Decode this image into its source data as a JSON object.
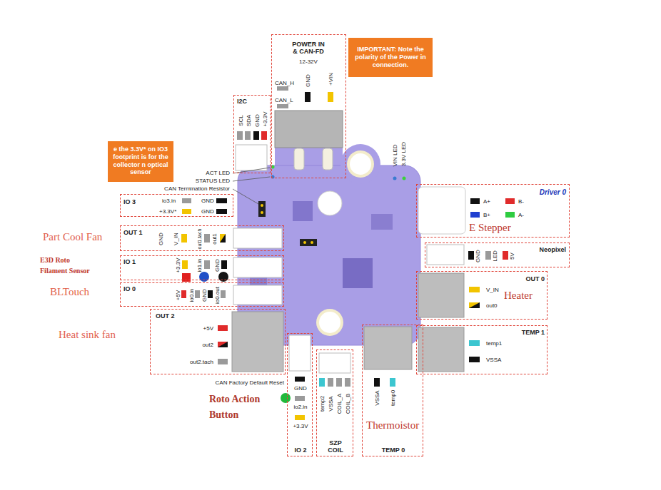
{
  "diagram": {
    "nodes": [
      {
        "text": [
          "POWER IN & CAN-FD",
          "12-32V",
          "CAN_H",
          "CAN_L",
          "GND",
          "+VIN"
        ]
      },
      {
        "text": [
          "IMPORTANT: Note the polarity of the Power in connection."
        ]
      },
      {
        "text": [
          "e the 3.3V* on IO3 footprint is for the collector n optical sensor"
        ]
      },
      {
        "text": [
          "I2C",
          "SCL",
          "SDA",
          "GND",
          "+3.3V"
        ]
      },
      {
        "text": [
          "IO 3",
          "io3.in",
          "GND",
          "+3.3V*",
          "GND"
        ]
      },
      {
        "text": [
          "OUT 1",
          "GND",
          "V_IN",
          "out1.tach",
          "out1"
        ]
      },
      {
        "text": [
          "IO 1",
          "+3.3V",
          "io1.in",
          "GND"
        ]
      },
      {
        "text": [
          "IO 0",
          "+5V",
          "io0.in",
          "GND",
          "io0.out"
        ]
      },
      {
        "text": [
          "OUT 2",
          "+5V",
          "out2",
          "out2.tach"
        ]
      },
      {
        "text": [
          "Driver 0",
          "A+",
          "B-",
          "B+",
          "A-"
        ]
      },
      {
        "text": [
          "Neopixel",
          "GND",
          "LED",
          "5V"
        ]
      },
      {
        "text": [
          "OUT 0",
          "V_IN",
          "out0"
        ]
      },
      {
        "text": [
          "TEMP 1",
          "temp1",
          "VSSA"
        ]
      },
      {
        "text": [
          "TEMP 0",
          "VSSA",
          "temp0"
        ]
      },
      {
        "text": [
          "SZP COIL",
          "temp2",
          "VSSA",
          "COIL_A",
          "COIL_B"
        ]
      },
      {
        "text": [
          "IO 2",
          "GND",
          "io2.in",
          "+3.3V"
        ]
      }
    ],
    "labels": [
      "ACT LED",
      "STATUS LED",
      "CAN Termination Resistor",
      "VIN LED",
      "3.3V LED",
      "CAN Factory Default Reset",
      "Part Cool Fan",
      "E3D Roto Filament Sensor",
      "BLTouch",
      "Heat sink fan",
      "E Stepper",
      "Heater",
      "Roto Action Button",
      "Thermoistor"
    ]
  }
}
